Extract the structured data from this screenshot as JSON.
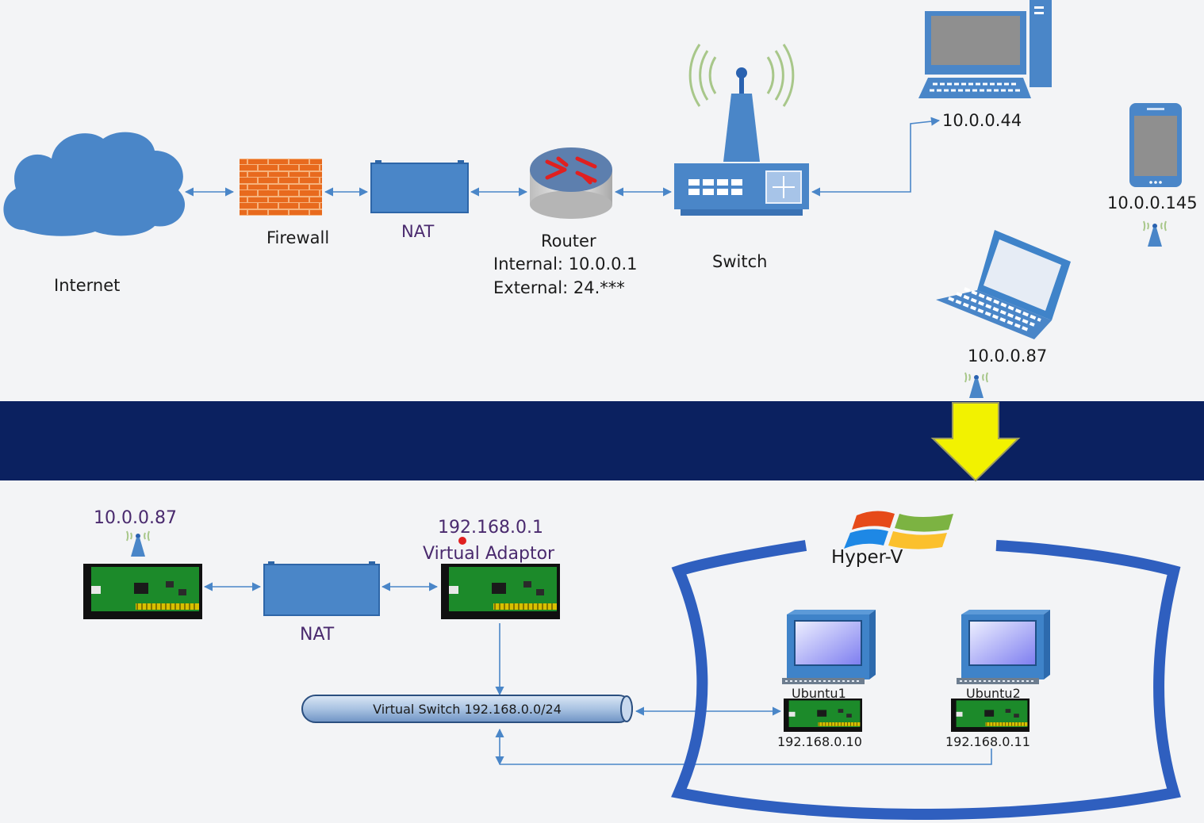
{
  "top": {
    "internet_label": "Internet",
    "firewall_label": "Firewall",
    "nat_label": "NAT",
    "router_label": "Router",
    "router_internal": "Internal: 10.0.0.1",
    "router_external": "External:   24.***",
    "switch_label": "Switch",
    "desktop_ip": "10.0.0.44",
    "phone_ip": "10.0.0.145",
    "laptop_ip": "10.0.0.87"
  },
  "bottom": {
    "nic_ip": "10.0.0.87",
    "nat_label": "NAT",
    "virtual_adaptor_ip": "192.168.0.1",
    "virtual_adaptor_label": "Virtual Adaptor",
    "virtual_switch_label": "Virtual Switch 192.168.0.0/24",
    "hyperv_logo_text": "Hyper-V",
    "vm1_name": "Ubuntu1",
    "vm1_ip": "192.168.0.10",
    "vm2_name": "Ubuntu2",
    "vm2_ip": "192.168.0.11"
  },
  "colors": {
    "divider_band": "#0b2160",
    "device_blue": "#4a86c8",
    "arrow_yellow": "#f2f200",
    "hyperv_frame": "#2f5fbf",
    "nic_green": "#1f8a2a"
  }
}
